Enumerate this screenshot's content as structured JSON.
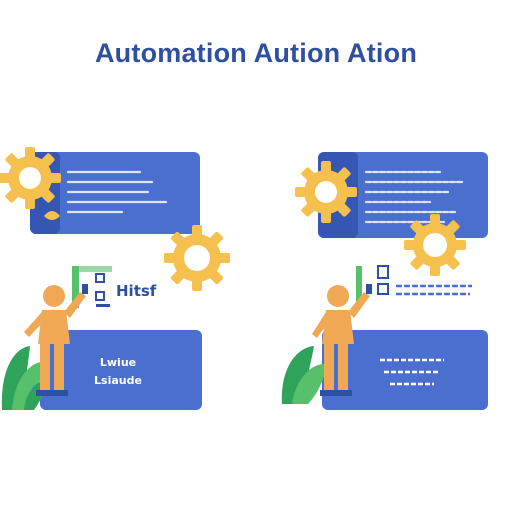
{
  "header": {
    "title": "Automation Aution Ation"
  },
  "left_scene": {
    "label": "Hitsf",
    "panel_lines": [
      "Lwiue",
      "Lsiaude"
    ]
  },
  "colors": {
    "title": "#2f4fa0",
    "panel": "#4a6fcf",
    "panel_dark": "#3556b3",
    "gear": "#f6c04e",
    "person": "#f0a855",
    "plant": "#2fa35a",
    "plant_light": "#56c06a"
  }
}
